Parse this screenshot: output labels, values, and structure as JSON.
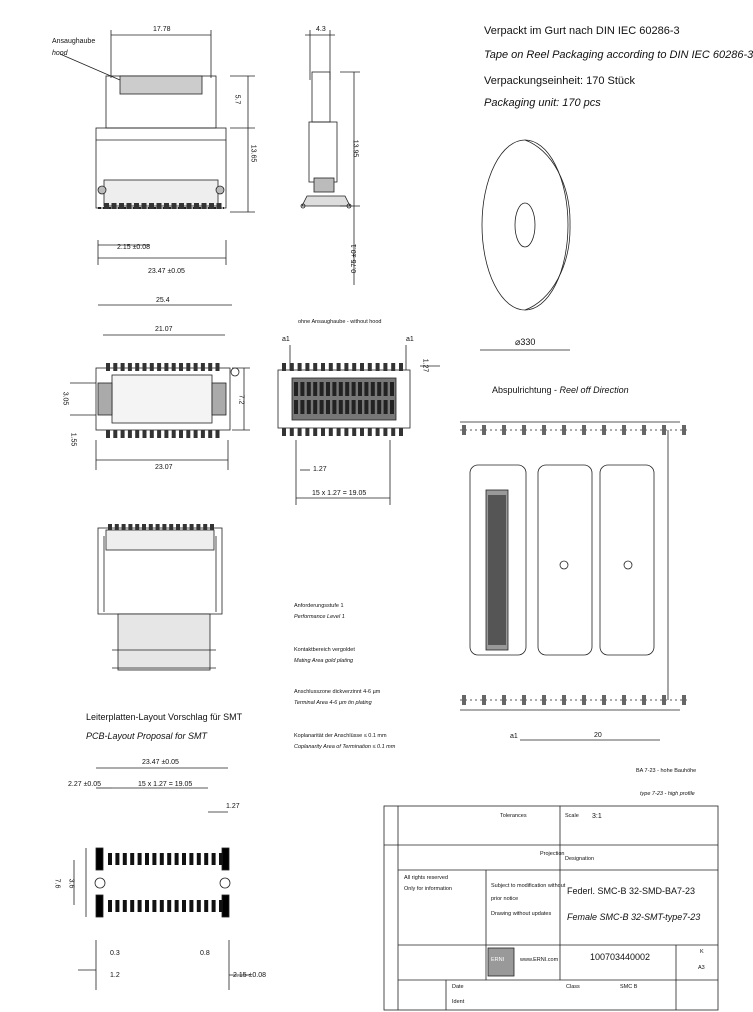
{
  "header": {
    "packaging_de": "Verpackt im Gurt nach DIN IEC 60286-3",
    "packaging_en": "Tape on Reel Packaging according to DIN IEC 60286-3",
    "unit_de": "Verpackungseinheit:  170 Stück",
    "unit_en": "Packaging unit:  170 pcs"
  },
  "reel": {
    "diameter": "⌀330"
  },
  "reel_off": {
    "title_de": "Abspulrichtung - ",
    "title_en": "Reel off Direction",
    "a1": "a1",
    "pitch": "20"
  },
  "hood": {
    "de": "Ansaughaube",
    "en": "hood"
  },
  "without_hood": "ohne Ansaughaube - without hood",
  "dims": {
    "top_width": "17.78",
    "height_top": "5.7",
    "height_total": "13.65",
    "right_side": "13.95",
    "side_width": "4.3",
    "bottom_offset": "2.15 ±0.08",
    "overall_width": "23.47 ±0.05",
    "small_075": "0.75 ±0.1",
    "w25": "25.4",
    "w2107": "21.07",
    "h305": "3.05",
    "h155": "1.55",
    "h72": "7.2",
    "w2307": "23.07",
    "pitch_127": "1.27",
    "pitch_127b": "1.27",
    "row_span": "15 x 1.27 = 19.05",
    "a1_left": "a1",
    "a1_right": "a1"
  },
  "performance": {
    "level_de": "Anforderungsstufe 1",
    "level_en": "Performance Level 1",
    "contact_de": "Kontaktbereich vergoldet",
    "contact_en": "Mating Area gold plating",
    "term_de": "Anschlusszone dickverzinnt 4-6 µm",
    "term_en": "Terminal Area 4-6 µm tin plating",
    "coplan_de": "Koplanarität der Anschlüsse ≤ 0.1 mm",
    "coplan_en": "Coplanarity Area of Termination ≤ 0.1 mm"
  },
  "pcb": {
    "title_de": "Leiterplatten-Layout Vorschlag für SMT",
    "title_en": "PCB-Layout Proposal for SMT",
    "w2347": "23.47 ±0.05",
    "d227": "2.27 ±0.05",
    "span": "15 x 1.27 = 19.05",
    "p127": "1.27",
    "h76": "7.6",
    "h36": "3.6",
    "d03": "0.3",
    "d08": "0.8",
    "d12": "1.2",
    "d215": "2.15 ±0.08"
  },
  "profile": {
    "type_de": "BA 7-23 - hohe Bauhöhe",
    "type_en": "type 7-23 - high profile"
  },
  "title_block": {
    "tolerances": "Tolerances",
    "scale_label": "Scale",
    "scale": "3:1",
    "projection": "Projection",
    "designation_label": "Designation",
    "rights": "All rights reserved",
    "info": "Only for information",
    "subject": "Subject to modification without",
    "prior": "prior notice",
    "drawing_excluded": "Drawing without updates",
    "name_de": "Federl. SMC-B 32-SMD-BA7-23",
    "name_en": "Female SMC-B 32-SMT-type7-23",
    "web": "www.ERNI.com",
    "logo": "ERNI",
    "part_number": "100703440002",
    "sheet": "A3",
    "index": "K",
    "class_label": "Class",
    "class": "SMC B",
    "date_label": "Date",
    "ident_label": "Ident"
  }
}
